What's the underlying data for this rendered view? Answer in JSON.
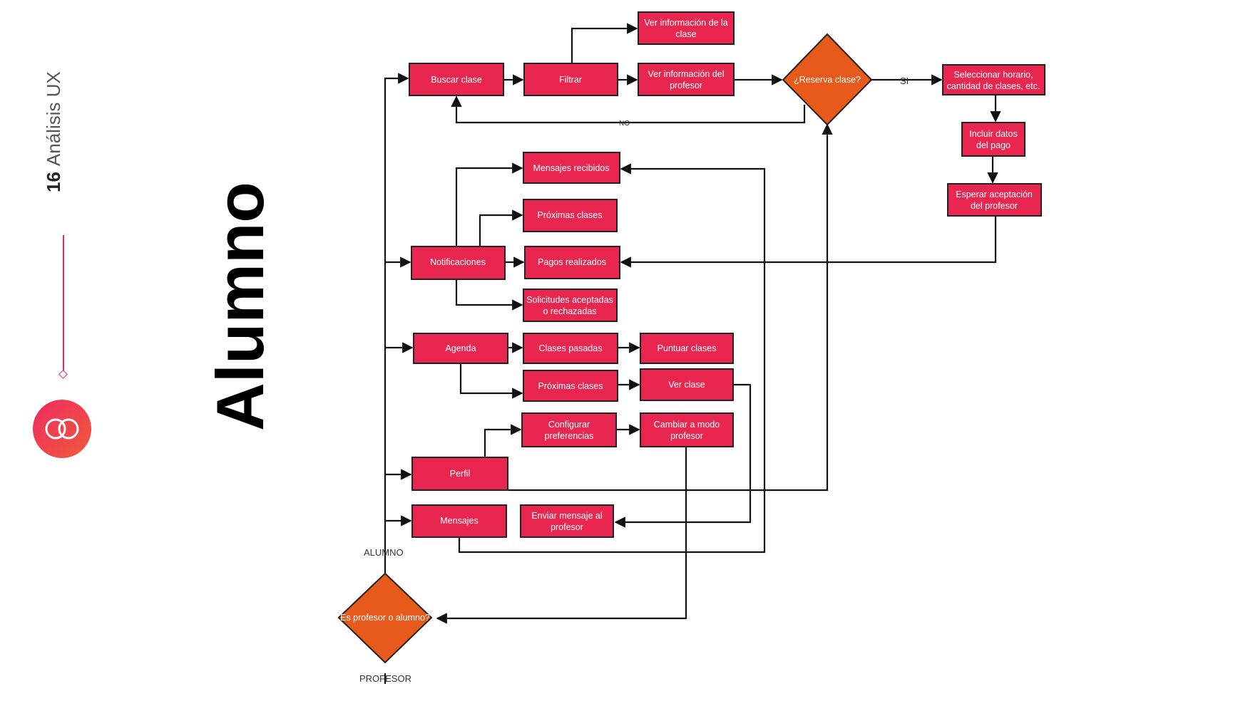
{
  "slide": {
    "page_number": "16",
    "section": "Análisis UX",
    "title": "Alumno"
  },
  "colors": {
    "box": "#e8264f",
    "decision": "#e85a1c",
    "accent": "#e8285a"
  },
  "diagram": {
    "boxes": {
      "buscar": "Buscar clase",
      "filtrar": "Filtrar",
      "ver_info_clase": [
        "Ver información de la",
        "clase"
      ],
      "ver_info_prof": [
        "Ver información del",
        "profesor"
      ],
      "seleccionar": [
        "Seleccionar horario,",
        "cantidad de clases, etc."
      ],
      "incluir": [
        "Incluir datos",
        "del pago"
      ],
      "esperar": [
        "Esperar aceptación",
        "del profesor"
      ],
      "mensajes_recibidos": "Mensajes recibidos",
      "proximas1": "Próximas clases",
      "notificaciones": "Notificaciones",
      "pagos": "Pagos realizados",
      "solicitudes": [
        "Solicitudes aceptadas",
        "o rechazadas"
      ],
      "agenda": "Agenda",
      "pasadas": "Clases pasadas",
      "puntuar": "Puntuar clases",
      "proximas2": "Próximas clases",
      "ver_clase": "Ver clase",
      "configurar": [
        "Configurar",
        "preferencias"
      ],
      "cambiar": [
        "Cambiar a modo",
        "profesor"
      ],
      "perfil": "Perfil",
      "mensajes": "Mensajes",
      "enviar": [
        "Enviar mensaje al",
        "profesor"
      ]
    },
    "decisions": {
      "reserva": "¿Reserva clase?",
      "rol": "Es profesor o alumno?"
    },
    "labels": {
      "si": "SI",
      "no": "NO",
      "alumno": "ALUMNO",
      "profesor": "PROFESOR"
    }
  }
}
